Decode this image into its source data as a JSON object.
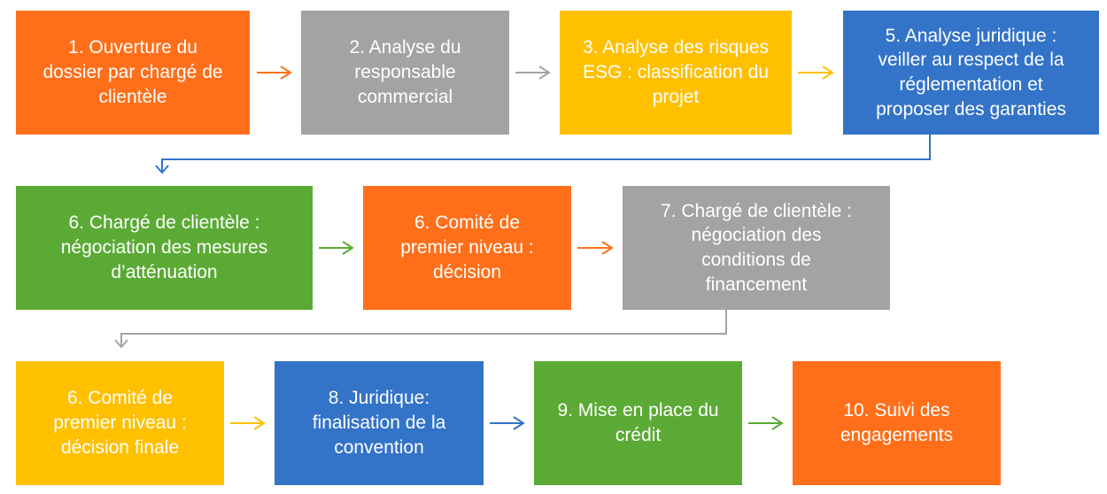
{
  "colors": {
    "orange": "#FF6F1A",
    "grey": "#A3A3A3",
    "yellow": "#FFC000",
    "blue": "#3373C8",
    "green": "#5BAA35"
  },
  "steps": [
    {
      "label": "1. Ouverture du\ndossier par chargé de\nclientèle",
      "color": "orange"
    },
    {
      "label": "2. Analyse du\nresponsable\ncommercial",
      "color": "grey"
    },
    {
      "label": "3. Analyse des risques\nESG : classification du\nprojet",
      "color": "yellow"
    },
    {
      "label": "5. Analyse juridique :\nveiller au respect de la\nréglementation et\nproposer des garanties",
      "color": "blue"
    },
    {
      "label": "6. Chargé de clientèle :\nnégociation des mesures\nd’atténuation",
      "color": "green"
    },
    {
      "label": "6. Comité de\npremier niveau :\ndécision",
      "color": "orange"
    },
    {
      "label": "7. Chargé de clientèle :\nnégociation des\nconditions de\nfinancement",
      "color": "grey"
    },
    {
      "label": "6. Comité de\npremier niveau :\ndécision finale",
      "color": "yellow"
    },
    {
      "label": "8. Juridique:\nfinalisation de la\nconvention",
      "color": "blue"
    },
    {
      "label": "9. Mise en place du\ncrédit",
      "color": "green"
    },
    {
      "label": "10. Suivi des\nengagements",
      "color": "orange"
    }
  ]
}
